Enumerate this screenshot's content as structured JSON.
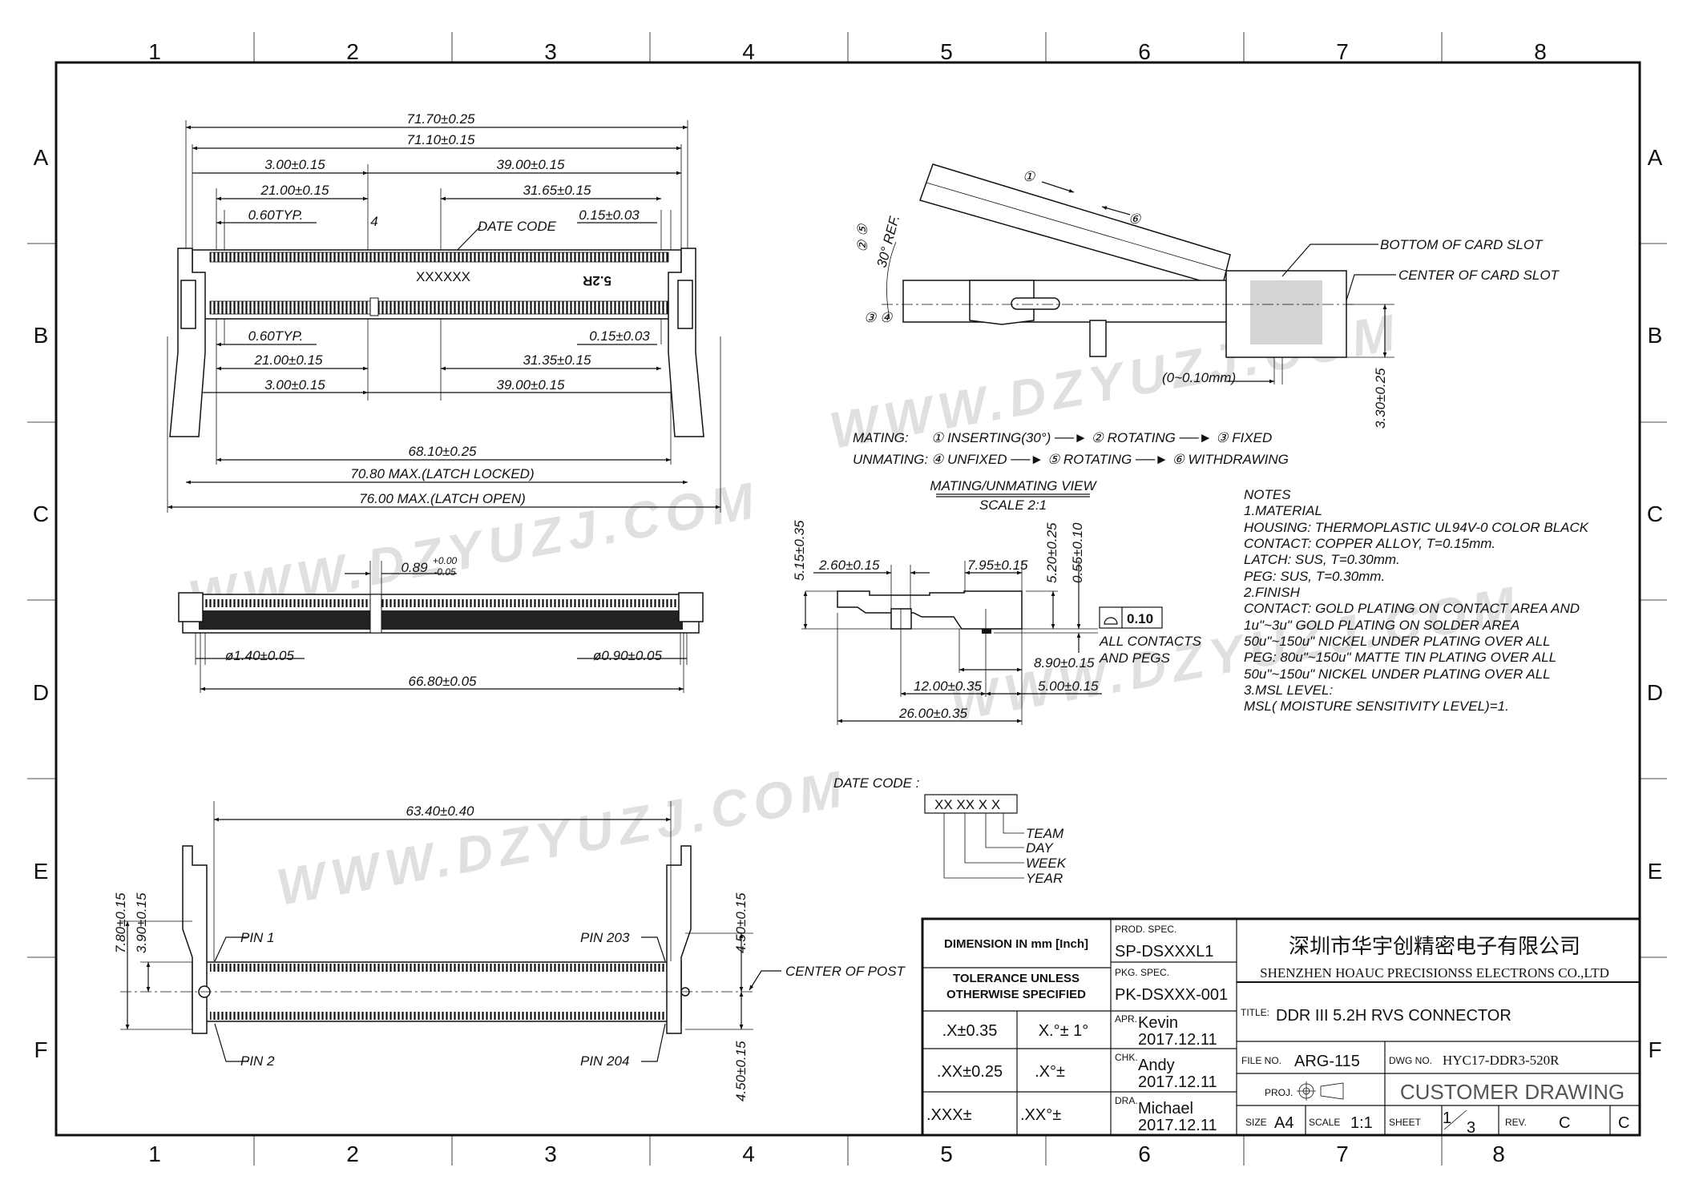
{
  "grid": {
    "columns_top": [
      "1",
      "2",
      "3",
      "4",
      "5",
      "6",
      "7",
      "8"
    ],
    "columns_bottom": [
      "1",
      "2",
      "3",
      "4",
      "5",
      "6",
      "7",
      "8"
    ],
    "rows": [
      "A",
      "B",
      "C",
      "D",
      "E",
      "F"
    ]
  },
  "watermark": "WWW.DZYUZJ.COM",
  "top_view": {
    "dim_overall_1": "71.70±0.25",
    "dim_overall_2": "71.10±0.15",
    "dim_top_3": "3.00±0.15",
    "dim_top_39": "39.00±0.15",
    "dim_top_21": "21.00±0.15",
    "dim_top_3165": "31.65±0.15",
    "dim_top_pitch": "0.60TYP.",
    "dim_top_015": "0.15±0.03",
    "date_code_label": "DATE CODE",
    "key_label": "4",
    "marking_code": "XXXXXX",
    "marking_height": "5.2R",
    "dim_bot_pitch": "0.60TYP.",
    "dim_bot_015": "0.15±0.03",
    "dim_bot_21": "21.00±0.15",
    "dim_bot_3135": "31.35±0.15",
    "dim_bot_3": "3.00±0.15",
    "dim_bot_39": "39.00±0.15",
    "dim_6810": "68.10±0.25",
    "dim_locked": "70.80 MAX.(LATCH LOCKED)",
    "dim_open": "76.00 MAX.(LATCH OPEN)"
  },
  "front_view": {
    "dim_key": "0.89",
    "dim_key_tol_upper": "+0.00",
    "dim_key_tol_lower": "-0.05",
    "dim_peg_left": "ø1.40±0.05",
    "dim_peg_right": "ø0.90±0.05",
    "dim_pegs": "66.80±0.05"
  },
  "bottom_view": {
    "dim_6340": "63.40±0.40",
    "pin1": "PIN 1",
    "pin203": "PIN 203",
    "pin2": "PIN 2",
    "pin204": "PIN 204",
    "center_of_post": "CENTER OF POST",
    "dim_780": "7.80±0.15",
    "dim_390": "3.90±0.15",
    "dim_450_top": "4.50±0.15",
    "dim_450_bottom": "4.50±0.15"
  },
  "mating_view": {
    "step1": "①",
    "step6": "⑥",
    "step25": "② ⑤",
    "step34": "③ ④",
    "angle": "30° REF.",
    "bottom_of_slot": "BOTTOM OF CARD SLOT",
    "center_of_slot": "CENTER OF CARD SLOT",
    "gap": "(0~0.10mm)",
    "dim_330": "3.30±0.25",
    "mating_label": "MATING:",
    "mating_steps": "① INSERTING(30°) ──► ② ROTATING ──► ③ FIXED",
    "unmating_label": "UNMATING:",
    "unmating_steps": "④ UNFIXED ──► ⑤ ROTATING ──► ⑥ WITHDRAWING",
    "view_title": "MATING/UNMATING VIEW",
    "view_scale": "SCALE 2:1"
  },
  "side_view": {
    "dim_515": "5.15±0.35",
    "dim_260": "2.60±0.15",
    "dim_795": "7.95±0.15",
    "dim_520": "5.20±0.25",
    "dim_055": "0.55±0.10",
    "flatness_value": "0.10",
    "flatness_note_1": "ALL  CONTACTS",
    "flatness_note_2": "AND  PEGS",
    "dim_890": "8.90±0.15",
    "dim_1200": "12.00±0.35",
    "dim_500": "5.00±0.15",
    "dim_2600": "26.00±0.35"
  },
  "date_code": {
    "label": "DATE CODE :",
    "format": "XX XX X X",
    "team": "TEAM",
    "day": "DAY",
    "week": "WEEK",
    "year": "YEAR"
  },
  "notes": [
    "NOTES",
    "1.MATERIAL",
    "  HOUSING: THERMOPLASTIC UL94V-0 COLOR BLACK",
    "  CONTACT: COPPER ALLOY, T=0.15mm.",
    "  LATCH: SUS, T=0.30mm.",
    "  PEG: SUS, T=0.30mm.",
    "2.FINISH",
    "  CONTACT: GOLD PLATING ON CONTACT AREA AND",
    "           1u\"~3u\" GOLD PLATING ON SOLDER AREA",
    "           50u\"~150u\" NICKEL UNDER PLATING OVER ALL",
    "  PEG: 80u\"~150u\" MATTE TIN PLATING OVER ALL",
    "       50u\"~150u\" NICKEL UNDER PLATING OVER ALL",
    "3.MSL LEVEL:",
    "  MSL( MOISTURE SENSITIVITY LEVEL)=1."
  ],
  "title_block": {
    "dimension_unit": "DIMENSION IN mm [Inch]",
    "tolerance_1": "TOLERANCE UNLESS",
    "tolerance_2": "OTHERWISE SPECIFIED",
    "tol_x": ".X±0.35",
    "tol_ang_x": "X.°± 1°",
    "tol_xx": ".XX±0.25",
    "tol_ang_xx": ".X°±",
    "tol_xxx": ".XXX±",
    "tol_ang_xxx": ".XX°±",
    "prod_spec_label": "PROD. SPEC.",
    "prod_spec": "SP-DSXXXL1",
    "pkg_spec_label": "PKG. SPEC.",
    "pkg_spec": "PK-DSXXX-001",
    "apr_label": "APR.",
    "apr_name": "Kevin",
    "apr_date": "2017.12.11",
    "chk_label": "CHK.",
    "chk_name": "Andy",
    "chk_date": "2017.12.11",
    "dra_label": "DRA.",
    "dra_name": "Michael",
    "dra_date": "2017.12.11",
    "company_cn": "深圳市华宇创精密电子有限公司",
    "company_en": "SHENZHEN HOAUC PRECISIONSS ELECTRONS CO.,LTD",
    "title_label": "TITLE:",
    "title": "DDR III 5.2H RVS CONNECTOR",
    "file_no_label": "FILE NO.",
    "file_no": "ARG-115",
    "dwg_no_label": "DWG NO.",
    "dwg_no": "HYC17-DDR3-520R",
    "proj_label": "PROJ.",
    "drawing_type": "CUSTOMER DRAWING",
    "size_label": "SIZE",
    "size": "A4",
    "scale_label": "SCALE",
    "scale": "1:1",
    "sheet_label": "SHEET",
    "sheet_num": "1",
    "sheet_total": "3",
    "rev_label": "REV.",
    "rev": "C",
    "rev_box": "C"
  }
}
